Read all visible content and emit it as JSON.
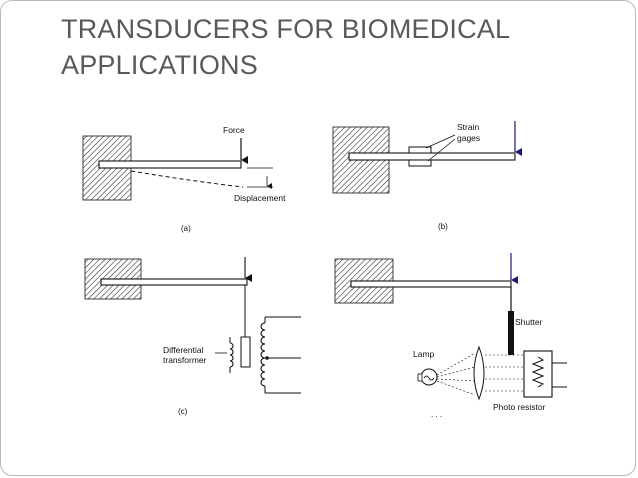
{
  "slide": {
    "title": "TRANSDUCERS FOR BIOMEDICAL APPLICATIONS"
  },
  "panels": {
    "a": {
      "caption": "(a)",
      "labels": {
        "force": "Force",
        "displacement": "Displacement"
      }
    },
    "b": {
      "caption": "(b)",
      "labels": {
        "strain_line1": "Strain",
        "strain_line2": "gages"
      }
    },
    "c": {
      "caption": "(c)",
      "labels": {
        "diff_line1": "Differential",
        "diff_line2": "transformer"
      }
    },
    "d": {
      "caption": ". . .",
      "labels": {
        "shutter": "Shutter",
        "lamp": "Lamp",
        "photo_resistor": "Photo resistor"
      }
    }
  },
  "colors": {
    "title": "#595959",
    "ink": "#111111",
    "border": "#b8b8b8",
    "arrow_blue": "#1a1a7a"
  }
}
